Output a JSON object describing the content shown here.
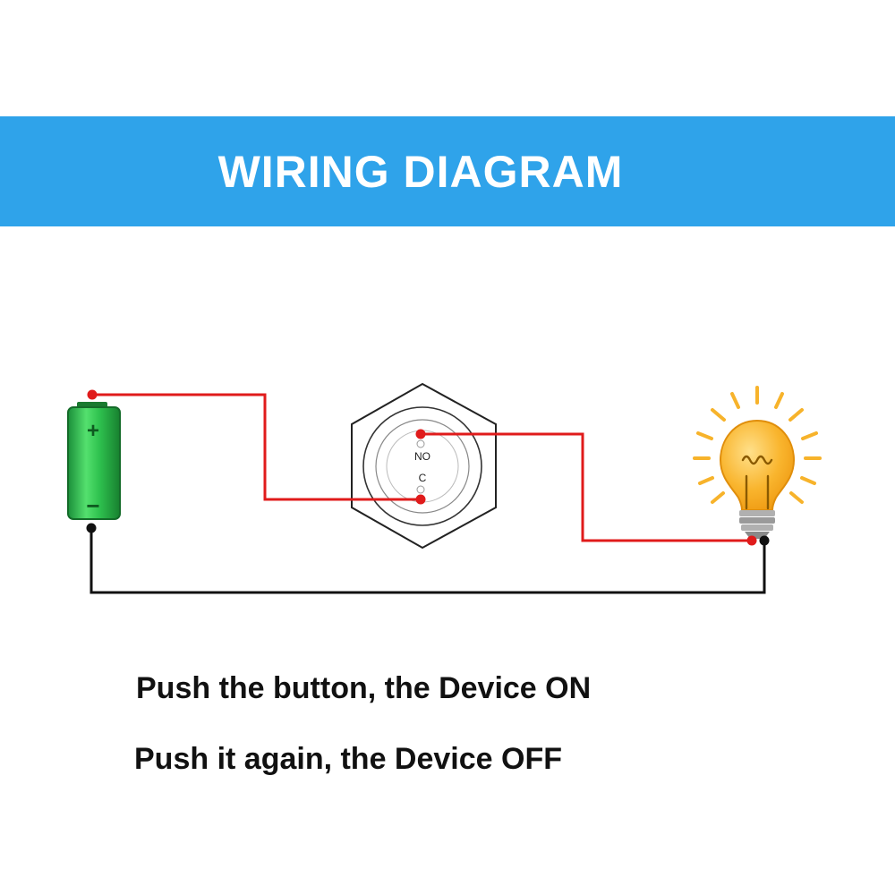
{
  "header": {
    "title": "WIRING DIAGRAM",
    "background_color": "#2fa3ea",
    "text_color": "#ffffff"
  },
  "diagram": {
    "switch_labels": {
      "no": "NO",
      "c": "C"
    },
    "battery_labels": {
      "positive": "+",
      "negative": "−"
    },
    "components": [
      "battery-icon",
      "push-button-switch",
      "light-bulb-icon"
    ],
    "colors": {
      "positive_wire": "#e01b1b",
      "negative_wire": "#111111",
      "battery": "#22b14c",
      "bulb": "#f7b32b",
      "rays": "#f7b32b",
      "bulb_base": "#9a9a9a"
    }
  },
  "instructions": {
    "line1": "Push the button, the Device ON",
    "line2": "Push it again, the Device OFF"
  }
}
